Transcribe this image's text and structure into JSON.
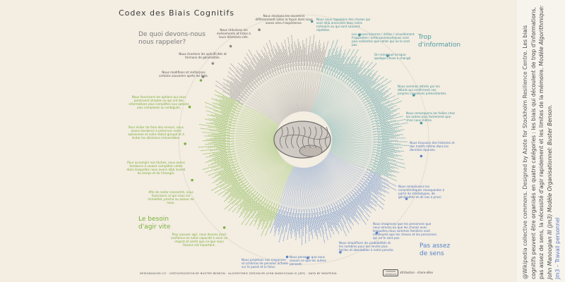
{
  "title": "Codex des Biais Cognitifs",
  "categories": {
    "memory": "De quoi devons-nous nous rappeler?",
    "information": "Trop d'information",
    "action": "Le besoin d'agir vite",
    "meaning": "Pas assez de sens"
  },
  "notes": {
    "mem1": "Nous stockons les souvenirs différemment selon la façon dont nous avons vécu l'expérience.",
    "mem2": "Nous réduisons les événements et listes à leurs éléments-clés.",
    "mem3": "Nous écartons les spécificités et formons de généralités.",
    "mem4": "Nous modifions et renforçons certains souvenirs après les faits.",
    "info1": "Nous nous rappelons des choses qui sont déjà amorcées dans notre mémoire ou qui sont souvent répétées.",
    "info2": "Les choses bizarres / drôles / visuellement frappantes / anthropomorphiques sont plus saillantes que celles qui ne le sont pas.",
    "info3": "On remarque lorsque quelque chose a changé.",
    "info4": "Nous sommes attirés par les détails qui confirment nos propres croyances préexistantes.",
    "info5": "Nous remarquons les failles chez les autres plus facilement que chez nous-même.",
    "mean1": "Nous trouvons des histoires et des motifs même dans les données éparses.",
    "mean2": "Nous remplissons les caractéristiques manquantes à partir de stéréotypes, de généralités et de nos a priori.",
    "mean3": "Nous imaginons que les personnes que nous aimons ou que les choses avec lesquelles nous sommes familiers sont meilleures que les choses et les personnes qui ne le sont pas.",
    "mean4": "Nous simplifions les probabilités et les nombres pour les rendre plus faciles et abordables à notre pensée.",
    "mean5": "Nous pensons que nous savons ce que les autres pensent.",
    "mean6": "Nous projetons nos croyances et schémas de pensées actuels sur le passé et le futur.",
    "act1": "Nous favorisons les options qui nous paraissent simples ou qui ont des informations plus complètes aux options plus complexes ou ambiguës.",
    "act2": "Pour éviter de faire des erreurs, nous avons tendance à préserver notre autonomie et notre statut groupé et à éviter les décisions irréversibles.",
    "act3": "Pour accomplir nos tâches, nous avons tendance à vouloir compléter celles dans lesquelles nous avons déjà investi du temps et de l'énergie.",
    "act4": "Afin de rester concentré, nous favorisons ce qui nous est immédiat, proche ou autour de nous.",
    "act5": "Pour pouvoir agir, nous devons avoir confiance en notre capacité à avoir un impact et sentir que ce que nous faisons est important."
  },
  "footer": "DESIGNHACKS.CO · CATEGORIZATION BY BUSTER BENSON · ALGORITHMIC DESIGN BY JOHN MANOOGIAN III (JM3) · DATA BY WIKIPEDIA",
  "license": {
    "logo": "creative commons",
    "text": "attribution - share-alike"
  },
  "sidebar": {
    "attribution": "@Wikipedia collective commons. Designed by Azote for Stockholm Resilience Centre.",
    "description": "Les biais cognitifs peuvent être organisés en quatre catégories : les biais qui découlent de trop d'informations, pas assez de sens, la nécessité d'agir rapidement et les limites de la mémoire.",
    "models": "Modèle Algorithmique: John Manoogian III (jm3) Modèle Organisationnel: Buster Benson.",
    "source": "Jm3 – Travail personnel"
  },
  "colors": {
    "background": "#f3ede2",
    "memory": "#8a8a8a",
    "information": "#4f9aa0",
    "meaning": "#5a84c8",
    "action": "#7ab13b"
  }
}
